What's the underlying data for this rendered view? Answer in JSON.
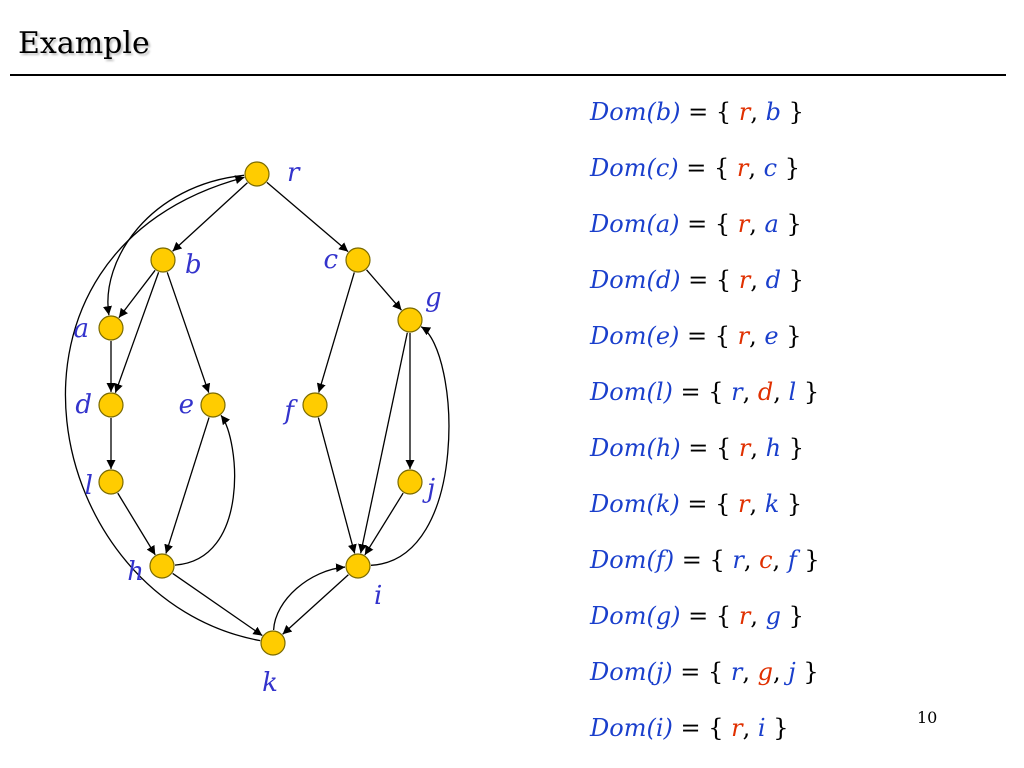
{
  "slide": {
    "title": "Example",
    "page_number": "10"
  },
  "graph": {
    "nodes": [
      {
        "id": "r",
        "label": "r"
      },
      {
        "id": "b",
        "label": "b"
      },
      {
        "id": "c",
        "label": "c"
      },
      {
        "id": "a",
        "label": "a"
      },
      {
        "id": "g",
        "label": "g"
      },
      {
        "id": "d",
        "label": "d"
      },
      {
        "id": "e",
        "label": "e"
      },
      {
        "id": "f",
        "label": "f"
      },
      {
        "id": "l",
        "label": "l"
      },
      {
        "id": "j",
        "label": "j"
      },
      {
        "id": "h",
        "label": "h"
      },
      {
        "id": "i",
        "label": "i"
      },
      {
        "id": "k",
        "label": "k"
      }
    ],
    "edges": [
      [
        "r",
        "b"
      ],
      [
        "r",
        "c"
      ],
      [
        "r",
        "a"
      ],
      [
        "b",
        "a"
      ],
      [
        "b",
        "d"
      ],
      [
        "b",
        "e"
      ],
      [
        "a",
        "d"
      ],
      [
        "d",
        "l"
      ],
      [
        "l",
        "h"
      ],
      [
        "e",
        "h"
      ],
      [
        "h",
        "e"
      ],
      [
        "h",
        "k"
      ],
      [
        "k",
        "r"
      ],
      [
        "k",
        "i"
      ],
      [
        "i",
        "k"
      ],
      [
        "c",
        "f"
      ],
      [
        "c",
        "g"
      ],
      [
        "g",
        "j"
      ],
      [
        "g",
        "i"
      ],
      [
        "j",
        "i"
      ],
      [
        "i",
        "g"
      ],
      [
        "f",
        "i"
      ]
    ],
    "node_color": "#FFCC00",
    "label_color": "#3333cc"
  },
  "dominators": [
    {
      "name": "Dom(b)",
      "elements": [
        {
          "text": "r",
          "color": "red"
        },
        {
          "text": "b",
          "color": "blue"
        }
      ]
    },
    {
      "name": "Dom(c)",
      "elements": [
        {
          "text": "r",
          "color": "red"
        },
        {
          "text": "c",
          "color": "blue"
        }
      ]
    },
    {
      "name": "Dom(a)",
      "elements": [
        {
          "text": "r",
          "color": "red"
        },
        {
          "text": "a",
          "color": "blue"
        }
      ]
    },
    {
      "name": "Dom(d)",
      "elements": [
        {
          "text": "r",
          "color": "red"
        },
        {
          "text": "d",
          "color": "blue"
        }
      ]
    },
    {
      "name": "Dom(e)",
      "elements": [
        {
          "text": "r",
          "color": "red"
        },
        {
          "text": "e",
          "color": "blue"
        }
      ]
    },
    {
      "name": "Dom(l)",
      "elements": [
        {
          "text": "r",
          "color": "blue"
        },
        {
          "text": "d",
          "color": "red"
        },
        {
          "text": "l",
          "color": "blue"
        }
      ]
    },
    {
      "name": "Dom(h)",
      "elements": [
        {
          "text": "r",
          "color": "red"
        },
        {
          "text": "h",
          "color": "blue"
        }
      ]
    },
    {
      "name": "Dom(k)",
      "elements": [
        {
          "text": "r",
          "color": "red"
        },
        {
          "text": "k",
          "color": "blue"
        }
      ]
    },
    {
      "name": "Dom(f)",
      "elements": [
        {
          "text": "r",
          "color": "blue"
        },
        {
          "text": "c",
          "color": "red"
        },
        {
          "text": "f",
          "color": "blue"
        }
      ]
    },
    {
      "name": "Dom(g)",
      "elements": [
        {
          "text": "r",
          "color": "red"
        },
        {
          "text": "g",
          "color": "blue"
        }
      ]
    },
    {
      "name": "Dom(j)",
      "elements": [
        {
          "text": "r",
          "color": "blue"
        },
        {
          "text": "g",
          "color": "red"
        },
        {
          "text": "j",
          "color": "blue"
        }
      ]
    },
    {
      "name": "Dom(i)",
      "elements": [
        {
          "text": "r",
          "color": "red"
        },
        {
          "text": "i",
          "color": "blue"
        }
      ]
    }
  ],
  "text": {
    "equals": "=",
    "open_brace": "{",
    "close_brace": "}",
    "separator": ","
  },
  "colors": {
    "red": "#e03000",
    "blue": "#1a3fcc"
  }
}
